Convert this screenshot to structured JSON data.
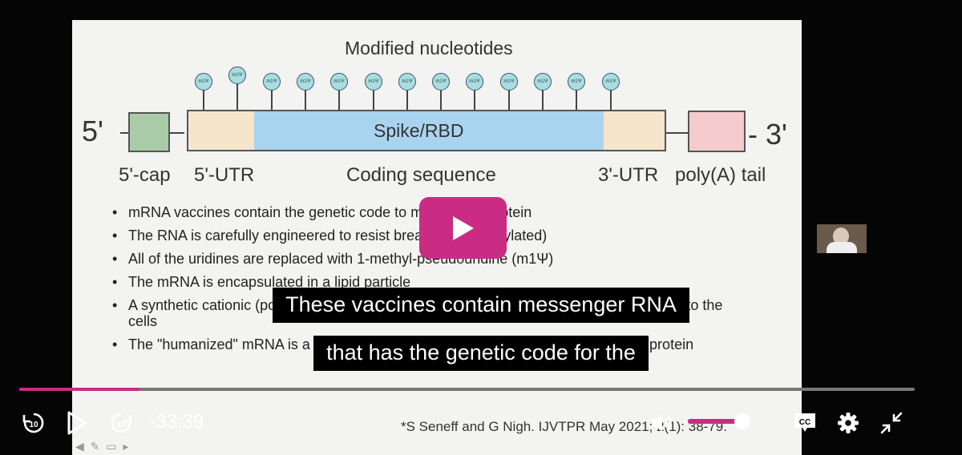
{
  "slide": {
    "title": "Modified nucleotides",
    "nucleotide_label": "m1Ψ",
    "end_left": "5'",
    "end_right": "- 3'",
    "center_label": "Spike/RBD",
    "labels": {
      "cap": "5'-cap",
      "utr5": "5'-UTR",
      "coding": "Coding sequence",
      "utr3": "3'-UTR",
      "polya": "poly(A) tail"
    },
    "bullets": [
      "mRNA vaccines contain the genetic code to make spike protein",
      "The RNA is carefully engineered to resist breakdown (PEGylated)",
      "All of the uridines are replaced with 1-methyl-pseudouridine (m1Ψ)",
      "The mRNA is encapsulated in a lipid particle",
      "A synthetic cationic (positively charged) lipid is added to act as an adjuvant – very toxic to the cells",
      "The \"humanized\" mRNA is a stealth entry system for massive production of spike protein"
    ],
    "reference": "*S Seneff and G Nigh.  IJVTPR May 2021; 2(1): 38-79.",
    "colors": {
      "cap": "#a9cba8",
      "utr": "#f7e4cc",
      "coding": "#a9d4ef",
      "polya": "#f5cbcd"
    }
  },
  "captions": {
    "line1": "These vaccines contain messenger RNA",
    "line2": "that has the genetic code for the"
  },
  "player": {
    "time_remaining": "-33:39",
    "progress_fraction": 0.134,
    "volume_fraction": 0.87,
    "accent": "#c92c82",
    "cc_label": "CC",
    "skip_seconds": "10",
    "icons": {
      "big_play": "play-icon",
      "rewind": "rewind-10-icon",
      "play": "play-icon",
      "forward": "forward-10-icon",
      "volume": "volume-icon",
      "captions": "captions-icon",
      "settings": "gear-icon",
      "exit_fullscreen": "exit-fullscreen-icon"
    }
  }
}
